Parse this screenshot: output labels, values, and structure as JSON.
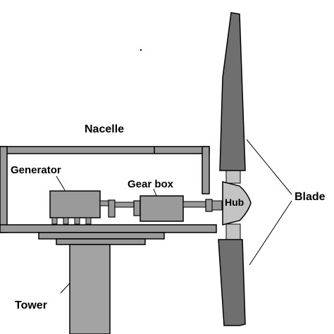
{
  "diagram": {
    "labels": {
      "nacelle": "Nacelle",
      "generator": "Generator",
      "gear_box": "Gear box",
      "hub": "Hub",
      "blade": "Blade",
      "tower": "Tower"
    },
    "colors": {
      "background": "#ffffff",
      "outline": "#000000",
      "component_gray": "#9a9a9a",
      "blade_gray": "#6f6f6f",
      "tower_gray": "#a3a3a3",
      "light_gray": "#c4c4c4"
    }
  }
}
